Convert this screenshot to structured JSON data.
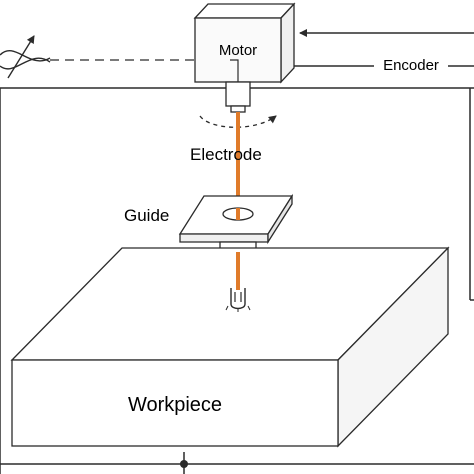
{
  "labels": {
    "motor": "Motor",
    "encoder": "Encoder",
    "electrode": "Electrode",
    "guide": "Guide",
    "workpiece": "Workpiece"
  },
  "colors": {
    "electrode": "#e07b2a",
    "outline": "#2b2b2b",
    "fill": "#ffffff",
    "motor_fill": "#fafafa",
    "workpiece_side": "#f5f5f5"
  },
  "icons": {
    "sensor": "variable-element-symbol",
    "rotation": "rotation-arrow",
    "tool_tip": "electrode-tip"
  }
}
